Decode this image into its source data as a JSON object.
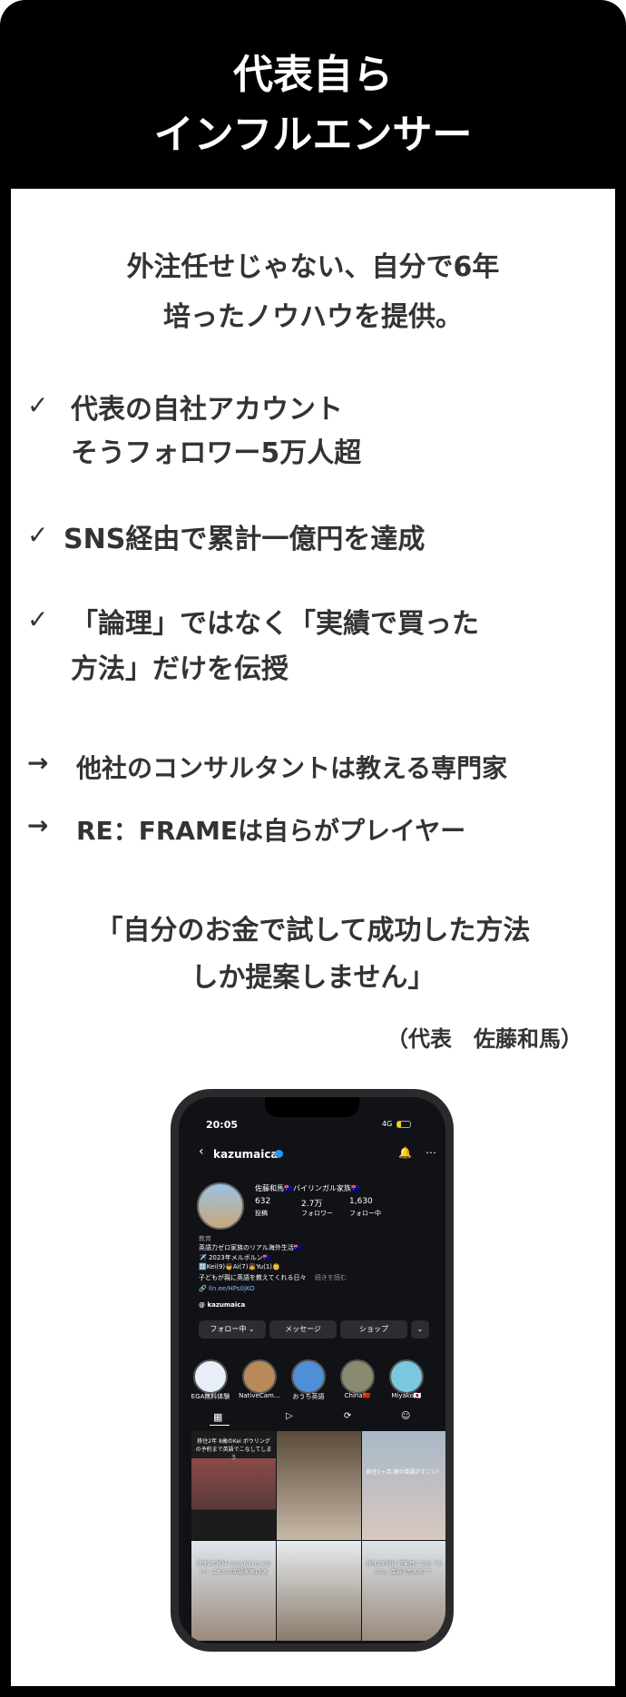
{
  "header": {
    "title_line1": "代表自ら",
    "title_line2": "インフルエンサー"
  },
  "intro": {
    "line1": "外注任せじゃない、自分で6年",
    "line2": "培ったノウハウを提供。"
  },
  "checks": [
    {
      "mark": "✓",
      "line1": "代表の自社アカウント",
      "line2": "そうフォロワー5万人超"
    },
    {
      "mark": "✓",
      "line1": "SNS経由で累計一億円を達成"
    },
    {
      "mark": "✓",
      "line1": "「論理」ではなく「実績で買った",
      "line2": "方法」だけを伝授"
    }
  ],
  "arrows": [
    {
      "mark": "→",
      "text": "他社のコンサルタントは教える専門家"
    },
    {
      "mark": "→",
      "text": "RE：FRAMEは自らがプレイヤー"
    }
  ],
  "quote": {
    "line1": "「自分のお金で試して成功した方法",
    "line2": "しか提案しません」",
    "attribution": "（代表　佐藤和馬）"
  },
  "phone": {
    "time": "20:05",
    "network": "4G",
    "username": "kazumaica",
    "display_name": "佐藤和馬🇦🇺バイリンガル家族🇦🇺",
    "stats": [
      {
        "value": "632",
        "label": "投稿"
      },
      {
        "value": "2.7万",
        "label": "フォロワー"
      },
      {
        "value": "1,630",
        "label": "フォロー中"
      }
    ],
    "category": "教育",
    "bio": [
      "英語力ゼロ家族のリアル海外生活🇦🇺",
      "✈️ 2023年メルボルン🇦🇺",
      "🔠Kei(9)👦Ai(7)👧Yu(1)👶",
      "子どもが親に英語を教えてくれる日々"
    ],
    "more": "続きを読む",
    "link": "lin.ee/HPs0jKO",
    "threads": "kazumaica",
    "buttons": [
      "フォロー中 ⌄",
      "メッセージ",
      "ショップ",
      "⌄"
    ],
    "highlights": [
      "EGA無料体験",
      "NativeCam…",
      "おうち英語",
      "China🇨🇳",
      "Miyako🇯🇵"
    ],
    "posts": [
      "移住2年 8歳のKei ボウリングの予約まで英語でこなしてしまう",
      "",
      "移住1ヶ月 娘の英語がすごい！",
      "移住2年兄妹 Sorryだけじゃない！ごめんの英語表現10選",
      "",
      "移住2年兄妹 可能性ごとの「たぶん」英語で言える？？"
    ]
  }
}
